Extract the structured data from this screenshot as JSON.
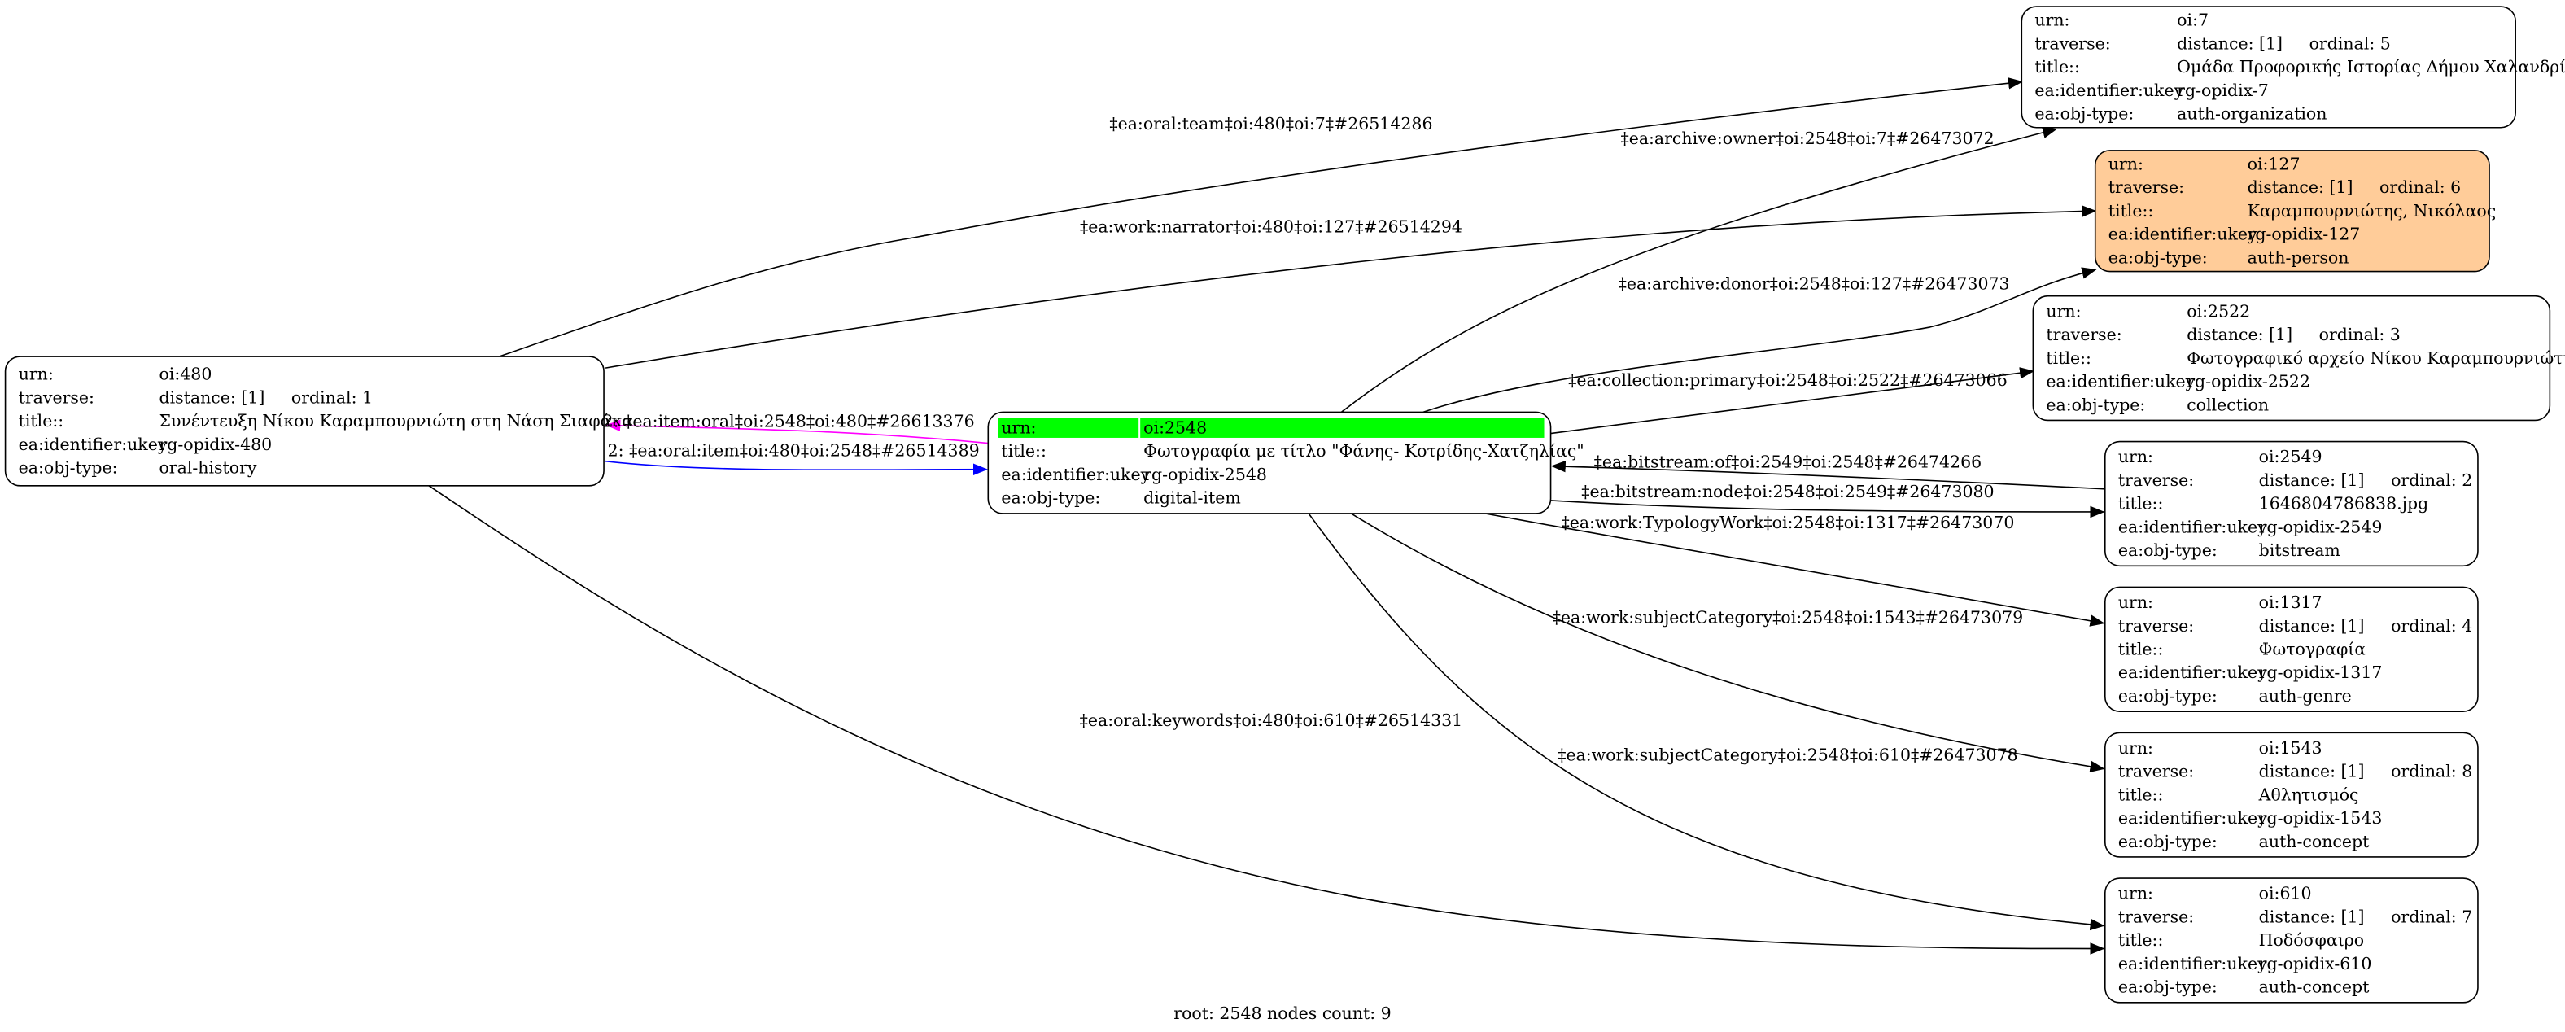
{
  "footer": "root: 2548 nodes count: 9",
  "nodes": [
    {
      "id": "oi:480",
      "fill": "#ffffff",
      "rows": [
        [
          "urn:",
          "oi:480"
        ],
        [
          "traverse:",
          "distance: [1]     ordinal: 1"
        ],
        [
          "title::",
          "Συνέντευξη Νίκου Καραμπουρνιώτη στη Νάση Σιαφάκα"
        ],
        [
          "ea:identifier:ukey",
          "rg-opidix-480"
        ],
        [
          "ea:obj-type:",
          "oral-history"
        ]
      ]
    },
    {
      "id": "oi:2548",
      "fill": "#ffffff",
      "highlight": "#00ff00",
      "rows": [
        [
          "urn:",
          "oi:2548"
        ],
        [
          "title::",
          "Φωτογραφία με τίτλο \"Φάνης- Κοτρίδης-Χατζηλίας\""
        ],
        [
          "ea:identifier:ukey",
          "rg-opidix-2548"
        ],
        [
          "ea:obj-type:",
          "digital-item"
        ]
      ]
    },
    {
      "id": "oi:7",
      "fill": "#ffffff",
      "rows": [
        [
          "urn:",
          "oi:7"
        ],
        [
          "traverse:",
          "distance: [1]     ordinal: 5"
        ],
        [
          "title::",
          "Ομάδα Προφορικής Ιστορίας Δήμου Χαλανδρίου"
        ],
        [
          "ea:identifier:ukey",
          "rg-opidix-7"
        ],
        [
          "ea:obj-type:",
          "auth-organization"
        ]
      ]
    },
    {
      "id": "oi:127",
      "fill": "#ffcc99",
      "rows": [
        [
          "urn:",
          "oi:127"
        ],
        [
          "traverse:",
          "distance: [1]     ordinal: 6"
        ],
        [
          "title::",
          "Καραμπουρνιώτης, Νικόλαος"
        ],
        [
          "ea:identifier:ukey",
          "rg-opidix-127"
        ],
        [
          "ea:obj-type:",
          "auth-person"
        ]
      ]
    },
    {
      "id": "oi:2522",
      "fill": "#ffffff",
      "rows": [
        [
          "urn:",
          "oi:2522"
        ],
        [
          "traverse:",
          "distance: [1]     ordinal: 3"
        ],
        [
          "title::",
          "Φωτογραφικό αρχείο Νίκου Καραμπουρνιώτη"
        ],
        [
          "ea:identifier:ukey",
          "rg-opidix-2522"
        ],
        [
          "ea:obj-type:",
          "collection"
        ]
      ]
    },
    {
      "id": "oi:2549",
      "fill": "#ffffff",
      "rows": [
        [
          "urn:",
          "oi:2549"
        ],
        [
          "traverse:",
          "distance: [1]     ordinal: 2"
        ],
        [
          "title::",
          "1646804786838.jpg"
        ],
        [
          "ea:identifier:ukey",
          "rg-opidix-2549"
        ],
        [
          "ea:obj-type:",
          "bitstream"
        ]
      ]
    },
    {
      "id": "oi:1317",
      "fill": "#ffffff",
      "rows": [
        [
          "urn:",
          "oi:1317"
        ],
        [
          "traverse:",
          "distance: [1]     ordinal: 4"
        ],
        [
          "title::",
          "Φωτογραφία"
        ],
        [
          "ea:identifier:ukey",
          "rg-opidix-1317"
        ],
        [
          "ea:obj-type:",
          "auth-genre"
        ]
      ]
    },
    {
      "id": "oi:1543",
      "fill": "#ffffff",
      "rows": [
        [
          "urn:",
          "oi:1543"
        ],
        [
          "traverse:",
          "distance: [1]     ordinal: 8"
        ],
        [
          "title::",
          "Αθλητισμός"
        ],
        [
          "ea:identifier:ukey",
          "rg-opidix-1543"
        ],
        [
          "ea:obj-type:",
          "auth-concept"
        ]
      ]
    },
    {
      "id": "oi:610",
      "fill": "#ffffff",
      "rows": [
        [
          "urn:",
          "oi:610"
        ],
        [
          "traverse:",
          "distance: [1]     ordinal: 7"
        ],
        [
          "title::",
          "Ποδόσφαιρο"
        ],
        [
          "ea:identifier:ukey",
          "rg-opidix-610"
        ],
        [
          "ea:obj-type:",
          "auth-concept"
        ]
      ]
    }
  ],
  "edges": [
    {
      "label": "‡ea:oral:team‡oi:480‡oi:7‡#26514286",
      "color": "#000000"
    },
    {
      "label": "‡ea:work:narrator‡oi:480‡oi:127‡#26514294",
      "color": "#000000"
    },
    {
      "label": "I2: ‡ea:item:oral‡oi:2548‡oi:480‡#26613376",
      "color": "#ff00ff"
    },
    {
      "label": "2: ‡ea:oral:item‡oi:480‡oi:2548‡#26514389",
      "color": "#0000ff"
    },
    {
      "label": "‡ea:archive:owner‡oi:2548‡oi:7‡#26473072",
      "color": "#000000"
    },
    {
      "label": "‡ea:archive:donor‡oi:2548‡oi:127‡#26473073",
      "color": "#000000"
    },
    {
      "label": "‡ea:collection:primary‡oi:2548‡oi:2522‡#26473066",
      "color": "#000000"
    },
    {
      "label": "‡ea:bitstream:of‡oi:2549‡oi:2548‡#26474266",
      "color": "#000000"
    },
    {
      "label": "‡ea:bitstream:node‡oi:2548‡oi:2549‡#26473080",
      "color": "#000000"
    },
    {
      "label": "‡ea:work:TypologyWork‡oi:2548‡oi:1317‡#26473070",
      "color": "#000000"
    },
    {
      "label": "‡ea:work:subjectCategory‡oi:2548‡oi:1543‡#26473079",
      "color": "#000000"
    },
    {
      "label": "‡ea:work:subjectCategory‡oi:2548‡oi:610‡#26473078",
      "color": "#000000"
    },
    {
      "label": "‡ea:oral:keywords‡oi:480‡oi:610‡#26514331",
      "color": "#000000"
    }
  ]
}
